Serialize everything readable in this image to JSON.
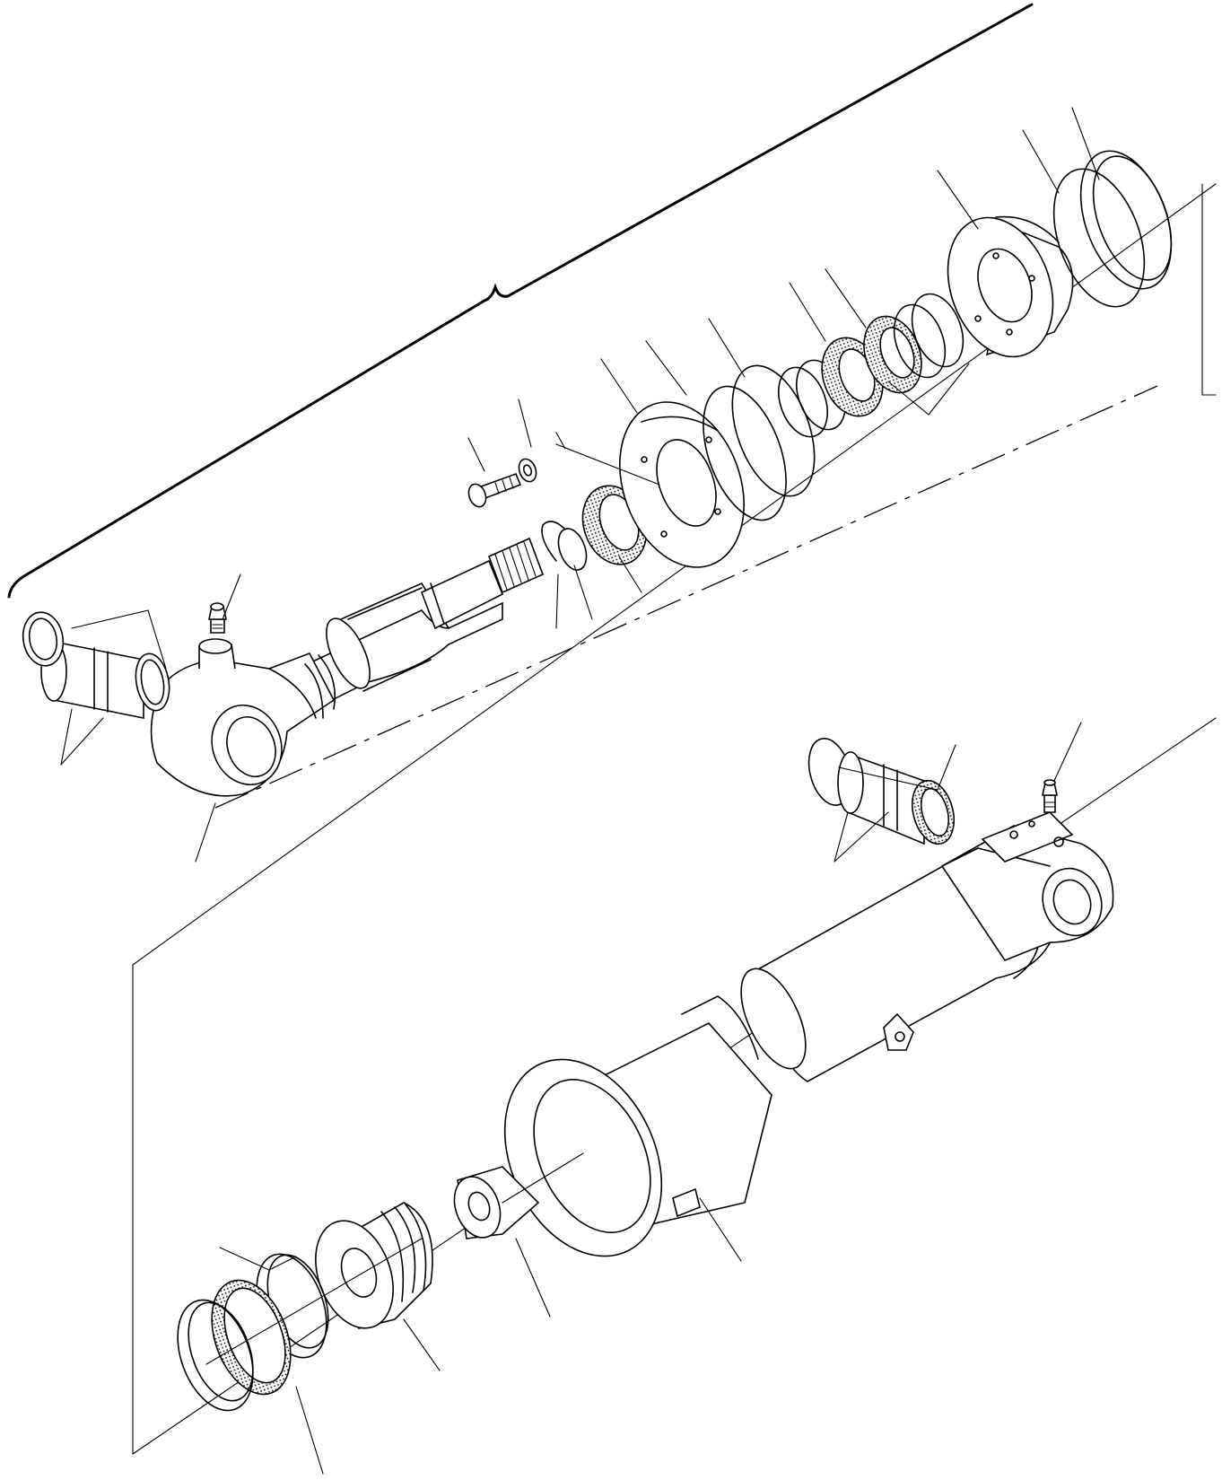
{
  "diagram": {
    "parts": [
      {
        "id": "rod-eye",
        "icon": "rod-eye-icon"
      },
      {
        "id": "piston-rod",
        "icon": "piston-rod-icon"
      },
      {
        "id": "rod-eye-bushing",
        "icon": "bushing-icon"
      },
      {
        "id": "rod-eye-grease-nipple",
        "icon": "grease-nipple-icon"
      },
      {
        "id": "cap-screw",
        "icon": "screw-icon"
      },
      {
        "id": "washer",
        "icon": "washer-icon"
      },
      {
        "id": "gland-flange",
        "icon": "flange-icon"
      },
      {
        "id": "gland-head",
        "icon": "gland-icon"
      },
      {
        "id": "seal-kit-rings",
        "icon": "seal-ring-icon"
      },
      {
        "id": "cylinder-tube",
        "icon": "cylinder-tube-icon"
      },
      {
        "id": "base-grease-nipple",
        "icon": "grease-nipple-icon"
      },
      {
        "id": "base-bushing",
        "icon": "bushing-icon"
      },
      {
        "id": "tube-sleeve",
        "icon": "sleeve-icon"
      },
      {
        "id": "lock-nut",
        "icon": "nut-icon"
      },
      {
        "id": "piston",
        "icon": "piston-icon"
      },
      {
        "id": "piston-seals",
        "icon": "seal-ring-icon"
      }
    ]
  }
}
